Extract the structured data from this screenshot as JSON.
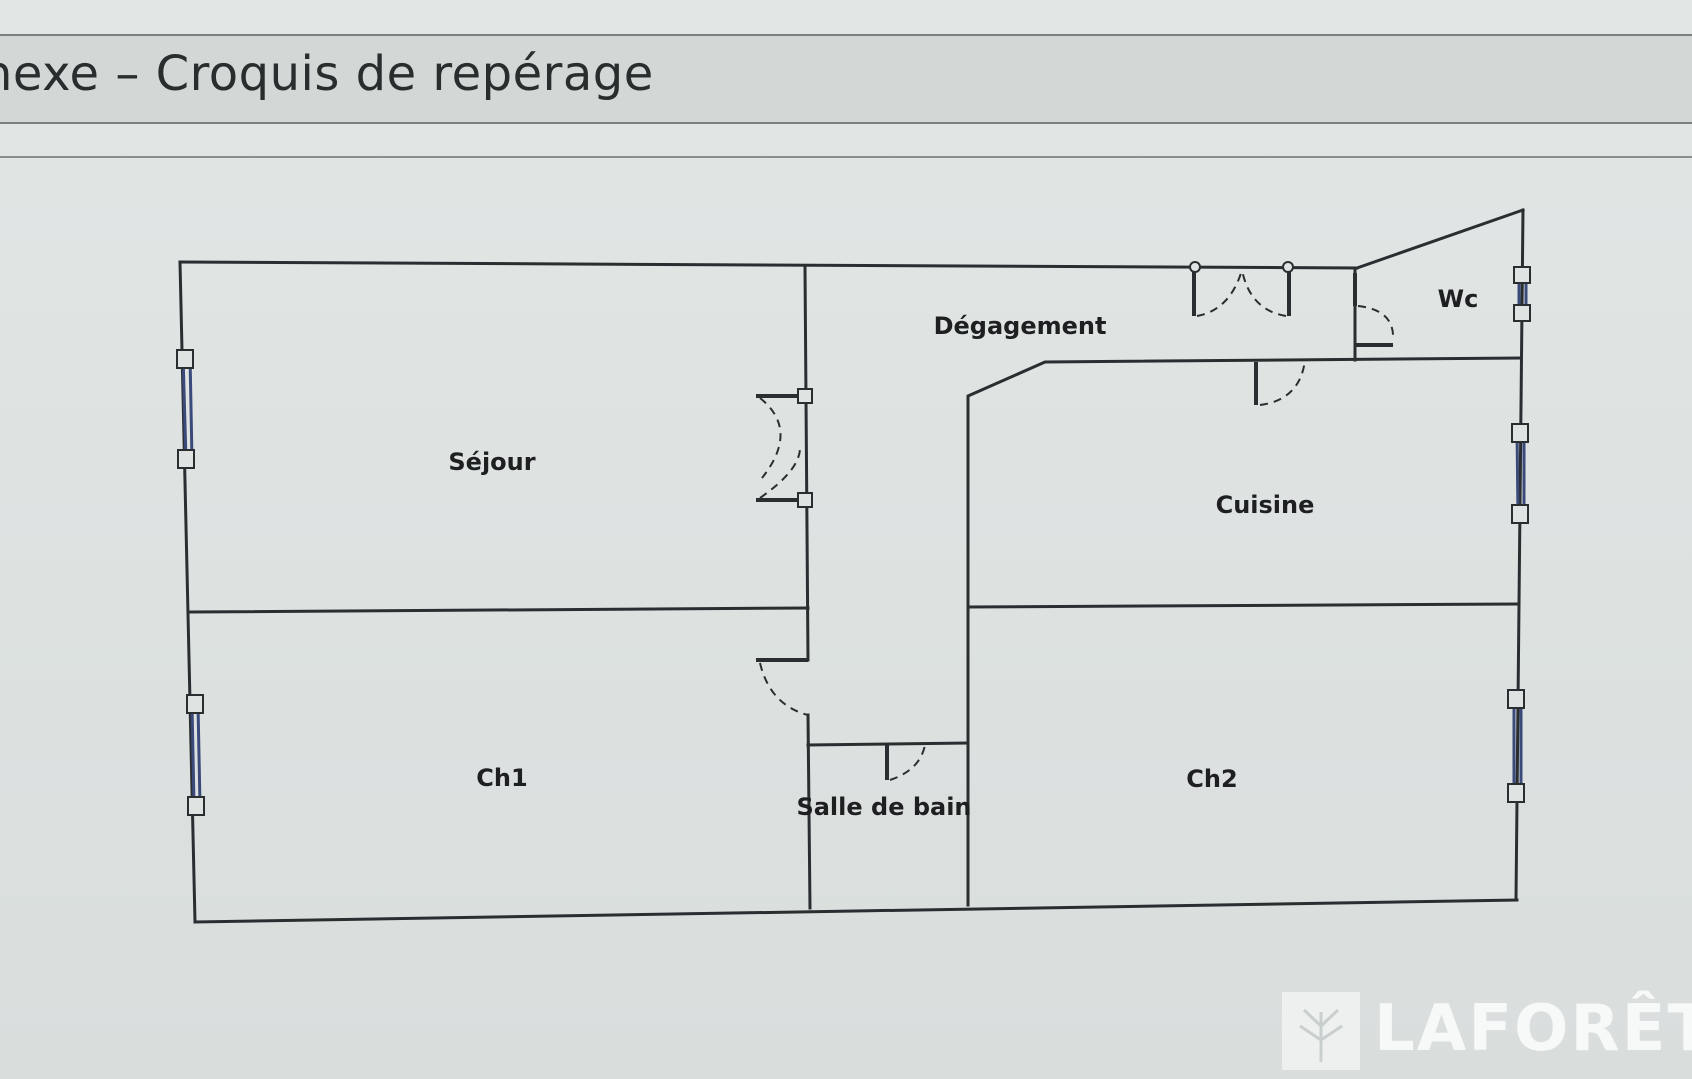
{
  "header": {
    "title": "nexe – Croquis de repérage"
  },
  "rooms": {
    "sejour": "Séjour",
    "degagement": "Dégagement",
    "wc": "Wc",
    "cuisine": "Cuisine",
    "ch1": "Ch1",
    "salle_de_bain": "Salle de bain",
    "ch2": "Ch2"
  },
  "watermark": {
    "brand": "LAFORÊT"
  },
  "colors": {
    "wall": "#2b2e30",
    "background": "#dfe4e3",
    "title_band": "#d3d7d6",
    "window": "#3a4a7a"
  }
}
